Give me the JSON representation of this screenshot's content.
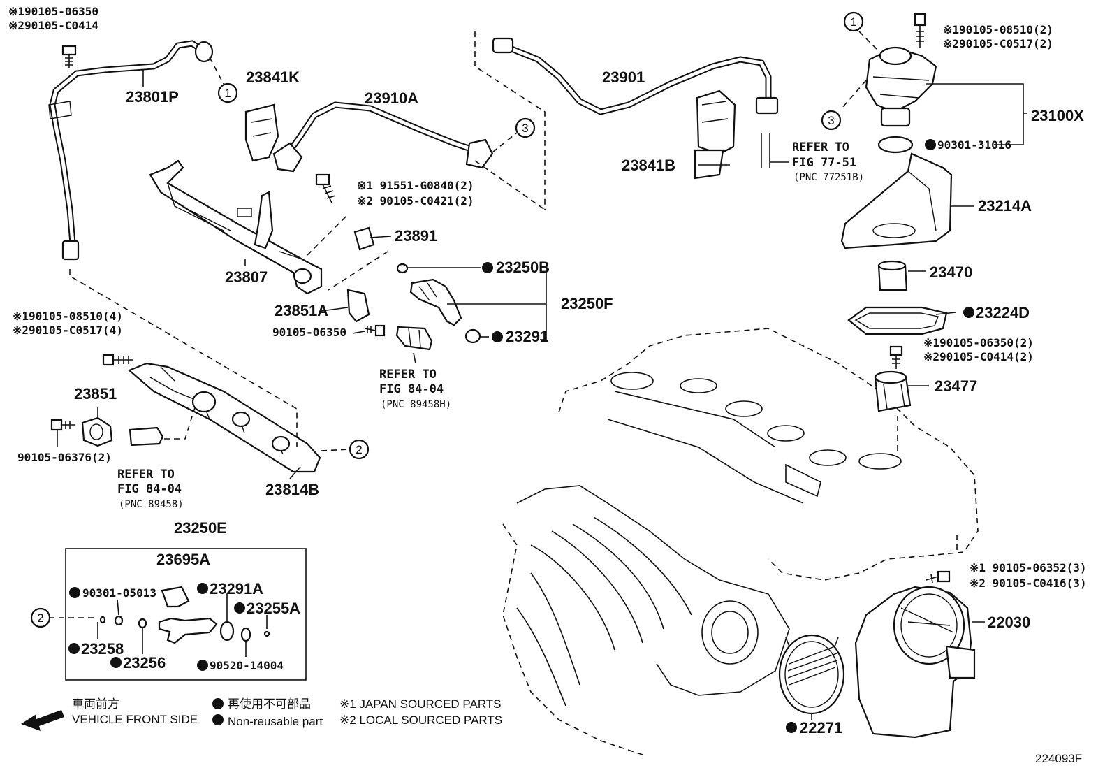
{
  "labels": {
    "bolt_tl_1": "※190105-06350",
    "bolt_tl_2": "※290105-C0414",
    "p23801P": "23801P",
    "p23841K": "23841K",
    "p23910A": "23910A",
    "p23901": "23901",
    "p23841B": "23841B",
    "refer_77_1": "REFER TO",
    "refer_77_2": "FIG 77-51",
    "refer_77_3": "(PNC 77251B)",
    "bolt_tr_1": "※190105-08510(2)",
    "bolt_tr_2": "※290105-C0517(2)",
    "p23100X": "23100X",
    "p90301_31016": "90301-31016",
    "p23214A": "23214A",
    "p23470": "23470",
    "p23224D": "23224D",
    "bolt_r2_1": "※190105-06350(2)",
    "bolt_r2_2": "※290105-C0414(2)",
    "p23477": "23477",
    "bolt_mid_1": "※1 91551-G0840(2)",
    "bolt_mid_2": "※2 90105-C0421(2)",
    "p23891": "23891",
    "p23807": "23807",
    "p23250B": "23250B",
    "p23250F": "23250F",
    "p23291": "23291",
    "p23851A": "23851A",
    "p90105_06350": "90105-06350",
    "refer_84a_1": "REFER TO",
    "refer_84a_2": "FIG 84-04",
    "refer_84a_3": "(PNC 89458H)",
    "bolt_l2_1": "※190105-08510(4)",
    "bolt_l2_2": "※290105-C0517(4)",
    "p23851": "23851",
    "p90105_06376": "90105-06376(2)",
    "refer_84b_1": "REFER TO",
    "refer_84b_2": "FIG 84-04",
    "refer_84b_3": "(PNC 89458)",
    "p23814B": "23814B",
    "p23250E": "23250E",
    "p23695A": "23695A",
    "p90301_05013": "90301-05013",
    "p23291A": "23291A",
    "p23255A": "23255A",
    "p23258": "23258",
    "p23256": "23256",
    "p90520_14004": "90520-14004",
    "bolt_br_1": "※1 90105-06352(3)",
    "bolt_br_2": "※2 90105-C0416(3)",
    "p22030": "22030",
    "p22271": "22271",
    "circle_1": "1",
    "circle_2": "2",
    "circle_3": "3"
  },
  "legend": {
    "front_jp": "車両前方",
    "front_en": "VEHICLE FRONT SIDE",
    "nonreuse_jp": "再使用不可部品",
    "nonreuse_en": "Non-reusable part",
    "japan": "※1 JAPAN SOURCED PARTS",
    "local": "※2 LOCAL SOURCED PARTS"
  },
  "figure_id": "224093F"
}
